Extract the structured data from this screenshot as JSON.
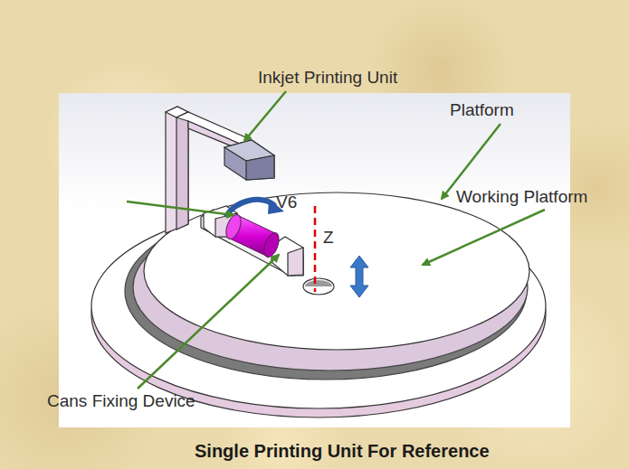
{
  "diagram": {
    "caption": "Single Printing Unit For Reference",
    "labels": [
      "Inkjet Printing Unit",
      "Platform",
      "Working Platform",
      "V6",
      "Z",
      "Cans Fixing Device"
    ]
  }
}
